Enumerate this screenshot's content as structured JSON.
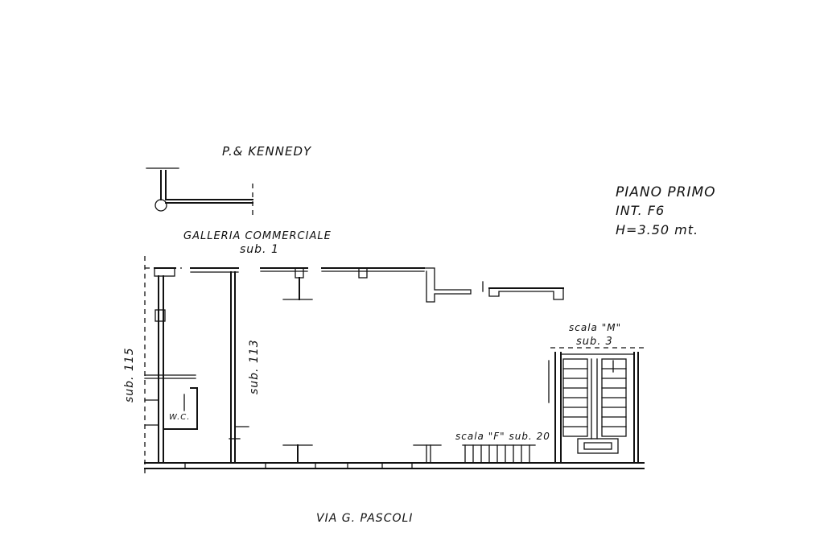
{
  "drawing": {
    "street_top": "P.& KENNEDY",
    "street_bottom": "VIA G. PASCOLI",
    "gallery_label": "GALLERIA COMMERCIALE",
    "gallery_sub": "sub. 1",
    "title_floor": "PIANO PRIMO",
    "title_int": "INT. F6",
    "title_height": "H=3.50 mt.",
    "sub_115": "sub. 115",
    "sub_113": "sub. 113",
    "wc_label": "W.C.",
    "stair_m_label": "scala \"M\"",
    "stair_m_sub": "sub. 3",
    "stair_f_label": "scala \"F\" sub. 20"
  },
  "colors": {
    "ink": "#111111",
    "paper": "#ffffff"
  }
}
